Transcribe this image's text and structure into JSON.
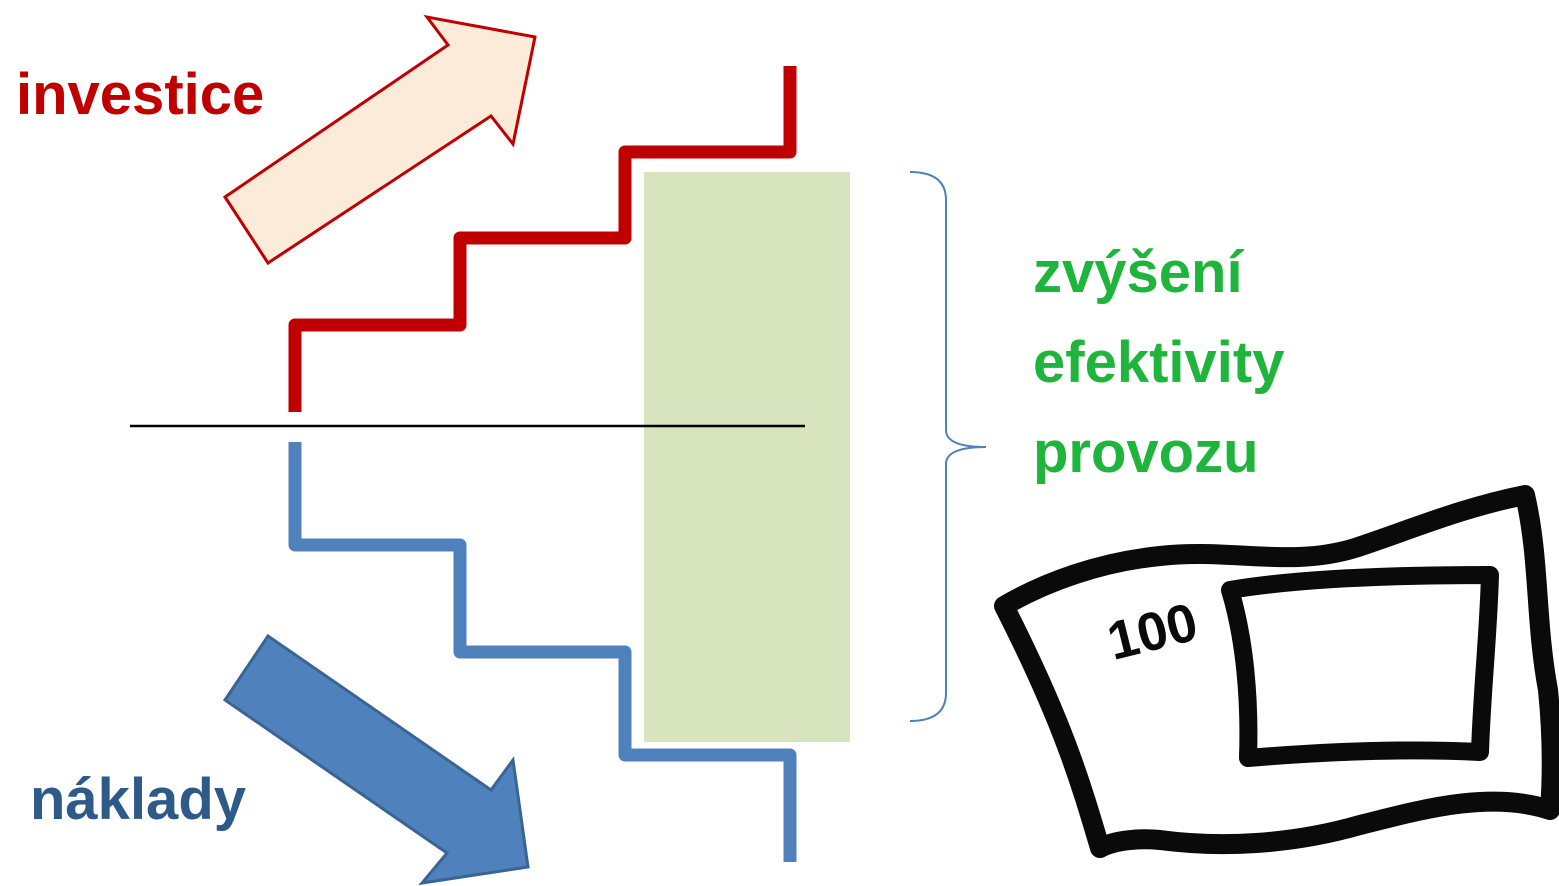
{
  "labels": {
    "investice": "investice",
    "naklady": "náklady",
    "efficiency_lines": [
      "zvýšení",
      "efektivity",
      "provozu"
    ]
  },
  "banknote": {
    "denomination": "100"
  },
  "colors": {
    "investment": "#c00000",
    "costs": "#4f81bd",
    "costs_text": "#2e5a8a",
    "efficiency": "#1fb53c",
    "efficiency_band": "#d7e4bd",
    "arrow_up_fill": "#fdebd9",
    "arrow_up_stroke": "#c00000",
    "arrow_down_fill": "#4f81bd",
    "arrow_down_stroke": "#3a6494",
    "baseline": "#000000",
    "brace": "#4f81bd",
    "ink": "#0a0a0a"
  }
}
